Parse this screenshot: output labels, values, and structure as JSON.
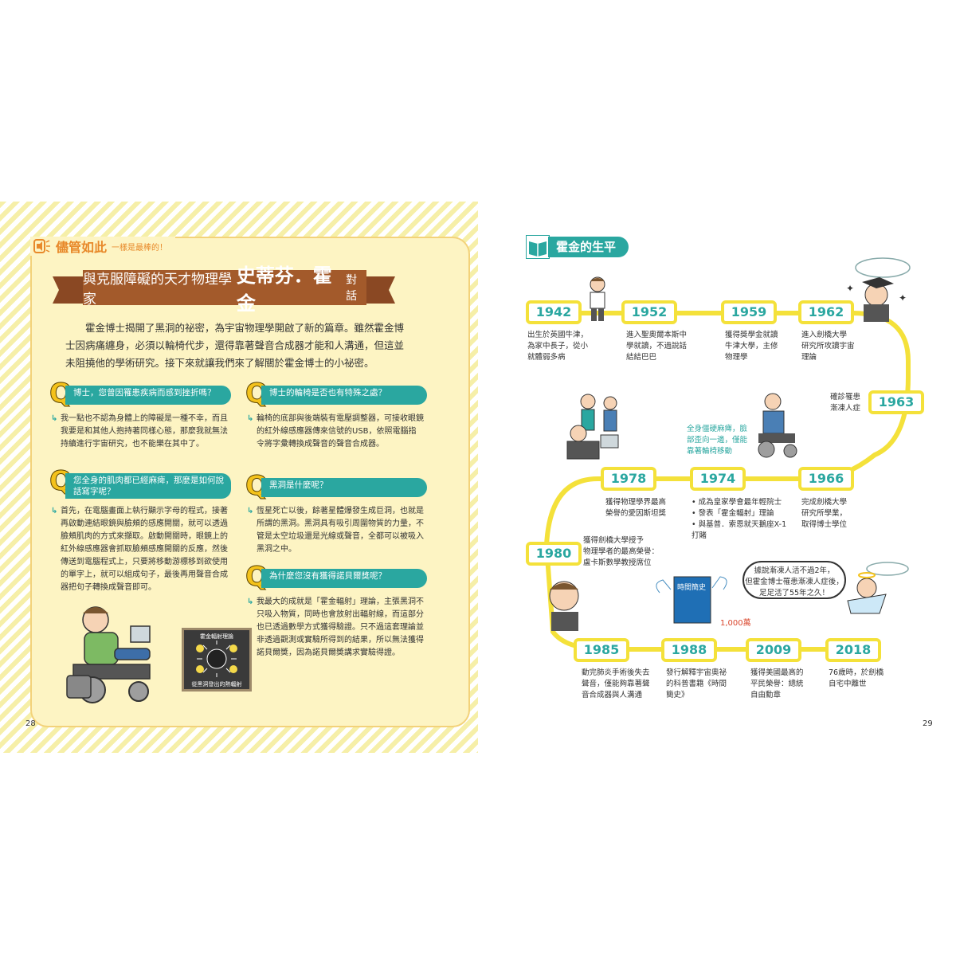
{
  "left": {
    "tab_title": "儘管如此",
    "tab_sub": "一樣是最棒的！",
    "banner_pre": "與克服障礙的天才物理學家",
    "banner_name": "史蒂芬．霍金",
    "banner_post": "對話",
    "intro": "霍金博士揭開了黑洞的祕密，為宇宙物理學開啟了新的篇章。雖然霍金博士因病痛纏身，必須以輪椅代步，還得靠著聲音合成器才能和人溝通，但這並未阻撓他的學術研究。接下來就讓我們來了解關於霍金博士的小祕密。",
    "qa": [
      {
        "q": "博士，您曾因罹患疾病而感到挫折嗎？",
        "a": "我一點也不認為身體上的障礙是一種不幸，而且我要是和其他人抱持著同樣心態，那麼我就無法持續進行宇宙研究，也不能樂在其中了。"
      },
      {
        "q": "博士的輪椅是否也有特殊之處？",
        "a": "輪椅的底部與後端裝有電壓調整器，可接收眼鏡的紅外線感應器傳來信號的USB，依照電腦指令將字彙轉換成聲音的聲音合成器。"
      },
      {
        "q": "您全身的肌肉都已經麻痺，那麼是如何說話寫字呢？",
        "a": "首先，在電腦畫面上執行顯示字母的程式，接著再啟動連結眼鏡與臉頰的感應開關，就可以透過臉頰肌肉的方式來擷取。啟動開關時，眼鏡上的紅外線感應器會抓取臉頰感應開關的反應，然後傳送到電腦程式上，只要將移動游標移到欲使用的單字上，就可以組成句子，最後再用聲音合成器把句子轉換成聲音即可。"
      },
      {
        "q": "黑洞是什麼呢？",
        "a": "恆星死亡以後，餘著星體爆發生成巨洞，也就是所謂的黑洞。黑洞具有吸引周圍物質的力量，不管是太空垃圾還是光線或聲音，全都可以被吸入黑洞之中。"
      },
      {
        "q": "為什麼您沒有獲得諾貝爾獎呢？",
        "a": "我最大的成就是「霍金輻射」理論，主張黑洞不只吸入物質，同時也會放射出輻射線，而這部分也已透過數學方式獲得驗證。只不過這套理論並非透過觀測或實驗所得到的結果，所以無法獲得諾貝爾獎，因為諾貝爾獎講求實驗得證。"
      }
    ],
    "board_top": "霍金輻射理論",
    "board_bottom": "從黑洞發出的熱輻射",
    "page_num": "28"
  },
  "right": {
    "section_title": "霍金的生平",
    "timeline": [
      {
        "year": "1942",
        "desc": [
          "出生於英國牛津，",
          "為家中長子，從小",
          "就體弱多病"
        ]
      },
      {
        "year": "1952",
        "desc": [
          "進入聖奧爾本斯中",
          "學就讀，不過說話",
          "結結巴巴"
        ]
      },
      {
        "year": "1959",
        "desc": [
          "獲得獎學金就讀",
          "牛津大學，主修",
          "物理學"
        ]
      },
      {
        "year": "1962",
        "desc": [
          "進入劍橋大學",
          "研究所攻讀宇宙",
          "理論"
        ]
      },
      {
        "year": "1963",
        "desc": [
          "確診罹患",
          "漸凍人症"
        ]
      },
      {
        "year": "1966",
        "desc": [
          "完成劍橋大學",
          "研究所學業，",
          "取得博士學位"
        ]
      },
      {
        "year": "1974",
        "desc": [
          "• 成為皇家學會最年輕院士",
          "• 發表「霍金輻射」理論",
          "• 與基普．索恩就天鵝座X-1",
          "  打賭"
        ]
      },
      {
        "year": "1978",
        "desc": [
          "獲得物理學界最高",
          "榮譽的愛因斯坦獎"
        ]
      },
      {
        "year": "1980",
        "desc": [
          "獲得劍橋大學授予",
          "物理學者的最高榮譽：",
          "盧卡斯數學教授席位"
        ]
      },
      {
        "year": "1985",
        "desc": [
          "動完肺炎手術後失去",
          "聲音，僅能夠靠著聲",
          "音合成器與人溝通"
        ]
      },
      {
        "year": "1988",
        "desc": [
          "發行解釋宇宙奧祕",
          "的科普書籍《時間",
          "簡史》"
        ]
      },
      {
        "year": "2009",
        "desc": [
          "獲得美國最高的",
          "平民榮譽：總統",
          "自由勳章"
        ]
      },
      {
        "year": "2018",
        "desc": [
          "76歲時，於劍橋",
          "自宅中離世"
        ]
      }
    ],
    "note_1974": [
      "全身僵硬麻痺，臉",
      "部歪向一邊，僅能",
      "靠著輪椅移動"
    ],
    "bubble": [
      "據說漸凍人活不過2年，",
      "但霍金博士罹患漸凍人症後，",
      "足足活了55年之久！"
    ],
    "book_title": "時間簡史",
    "book_sales": "1,000萬",
    "page_num": "29"
  },
  "colors": {
    "teal": "#2aa7a0",
    "yellow": "#f4e13a",
    "banner": "#a35a2b",
    "q_yellow": "#f4c21b"
  }
}
